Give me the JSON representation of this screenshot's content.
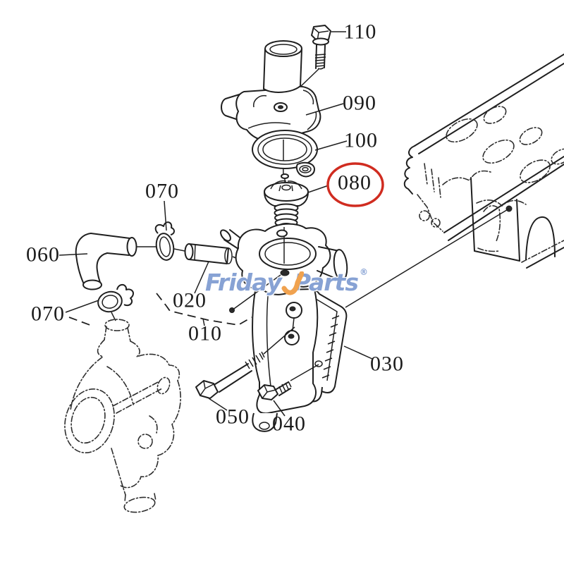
{
  "image": {
    "kind": "exploded-parts-diagram",
    "subject": "thermostat-housing-assembly-with-engine-block-and-water-pump",
    "highlighted_callout": "080",
    "colors": {
      "line": "#1f1f1f",
      "highlight_ring": "#d02c20",
      "watermark_blue": "#7d9ad0",
      "watermark_orange": "#f0a24f",
      "background": "#ffffff"
    }
  },
  "callouts": [
    {
      "text": "110"
    },
    {
      "text": "090"
    },
    {
      "text": "100"
    },
    {
      "text": "080"
    },
    {
      "text": "070"
    },
    {
      "text": "060"
    },
    {
      "text": "020"
    },
    {
      "text": "010"
    },
    {
      "text": "070"
    },
    {
      "text": "030"
    },
    {
      "text": "050"
    },
    {
      "text": "040"
    }
  ],
  "watermark": {
    "part1": "Frida",
    "part2": "y",
    "part3": "Parts",
    "registered": "®"
  }
}
